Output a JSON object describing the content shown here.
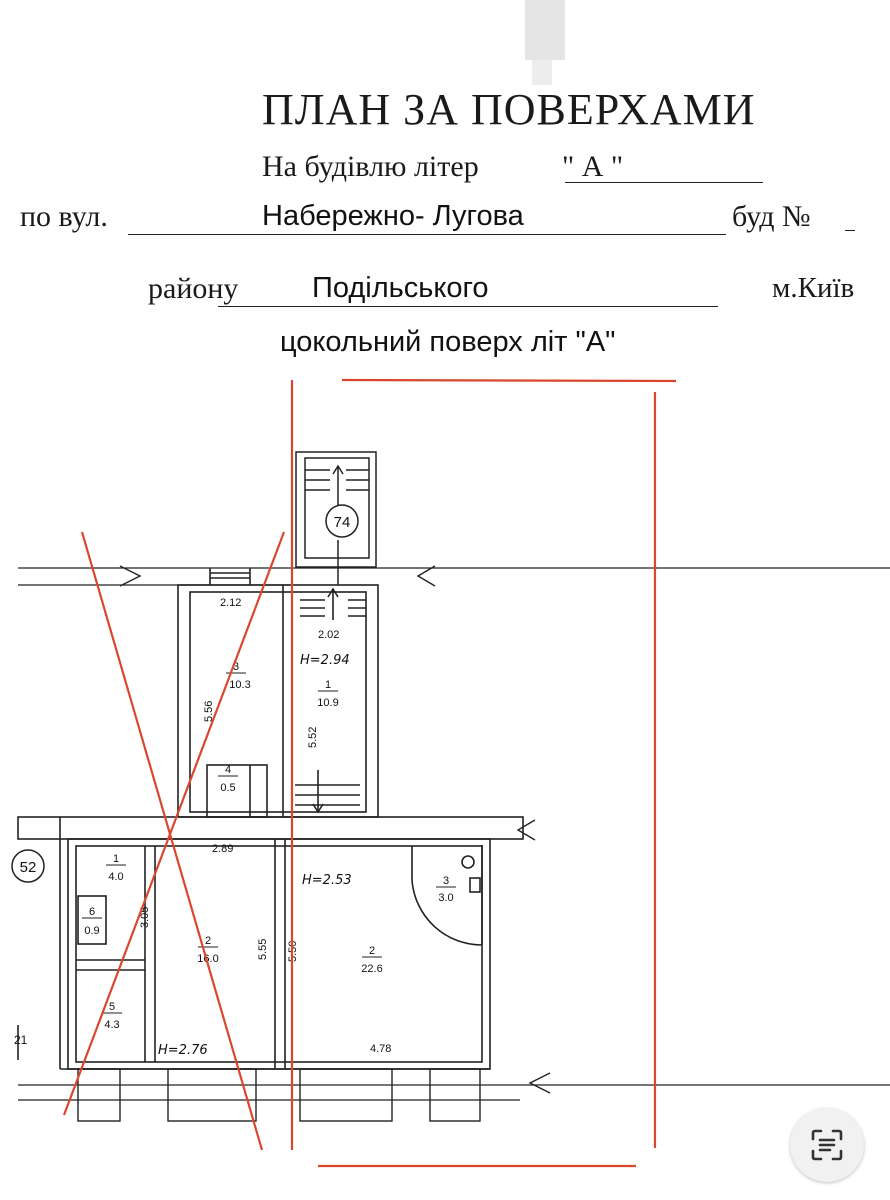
{
  "header": {
    "title": "ПЛАН ЗА ПОВЕРХАМИ",
    "building_prefix": "На будівлю літер",
    "building_letter": "\"  А   \"",
    "street_prefix": "по  вул.",
    "street_name": "Набережно- Лугова",
    "house_label": "буд №",
    "district_prefix": "району",
    "district_name": "Подільського",
    "city": "м.Київ",
    "floor_label": "цокольний поверх   літ  \"А\""
  },
  "plan": {
    "stair_number": "74",
    "left_number": "52",
    "dims": {
      "d212": "2.12",
      "d202": "2.02",
      "d556": "5.56",
      "d552": "5.52",
      "d289": "2.89",
      "d305": "3.05",
      "d555": "5.55",
      "d550": "5.50",
      "d478": "4.78"
    },
    "heights": {
      "h1": "Н=2.94",
      "h2": "Н=2.53",
      "h3": "Н=2.76"
    },
    "rooms": [
      {
        "num": "3",
        "area": "10.3"
      },
      {
        "num": "1",
        "area": "10.9"
      },
      {
        "num": "4",
        "area": "0.5"
      },
      {
        "num": "1",
        "area": "4.0"
      },
      {
        "num": "6",
        "area": "0.9"
      },
      {
        "num": "2",
        "area": "16.0"
      },
      {
        "num": "5",
        "area": "4.3"
      },
      {
        "num": "2",
        "area": "22.6"
      },
      {
        "num": "3",
        "area": "3.0"
      }
    ],
    "edge_mark": "21"
  },
  "icons": {
    "scan": "document-scan-icon"
  },
  "colors": {
    "annotation_red": "#d9472f",
    "ink": "#1a1a1a"
  }
}
